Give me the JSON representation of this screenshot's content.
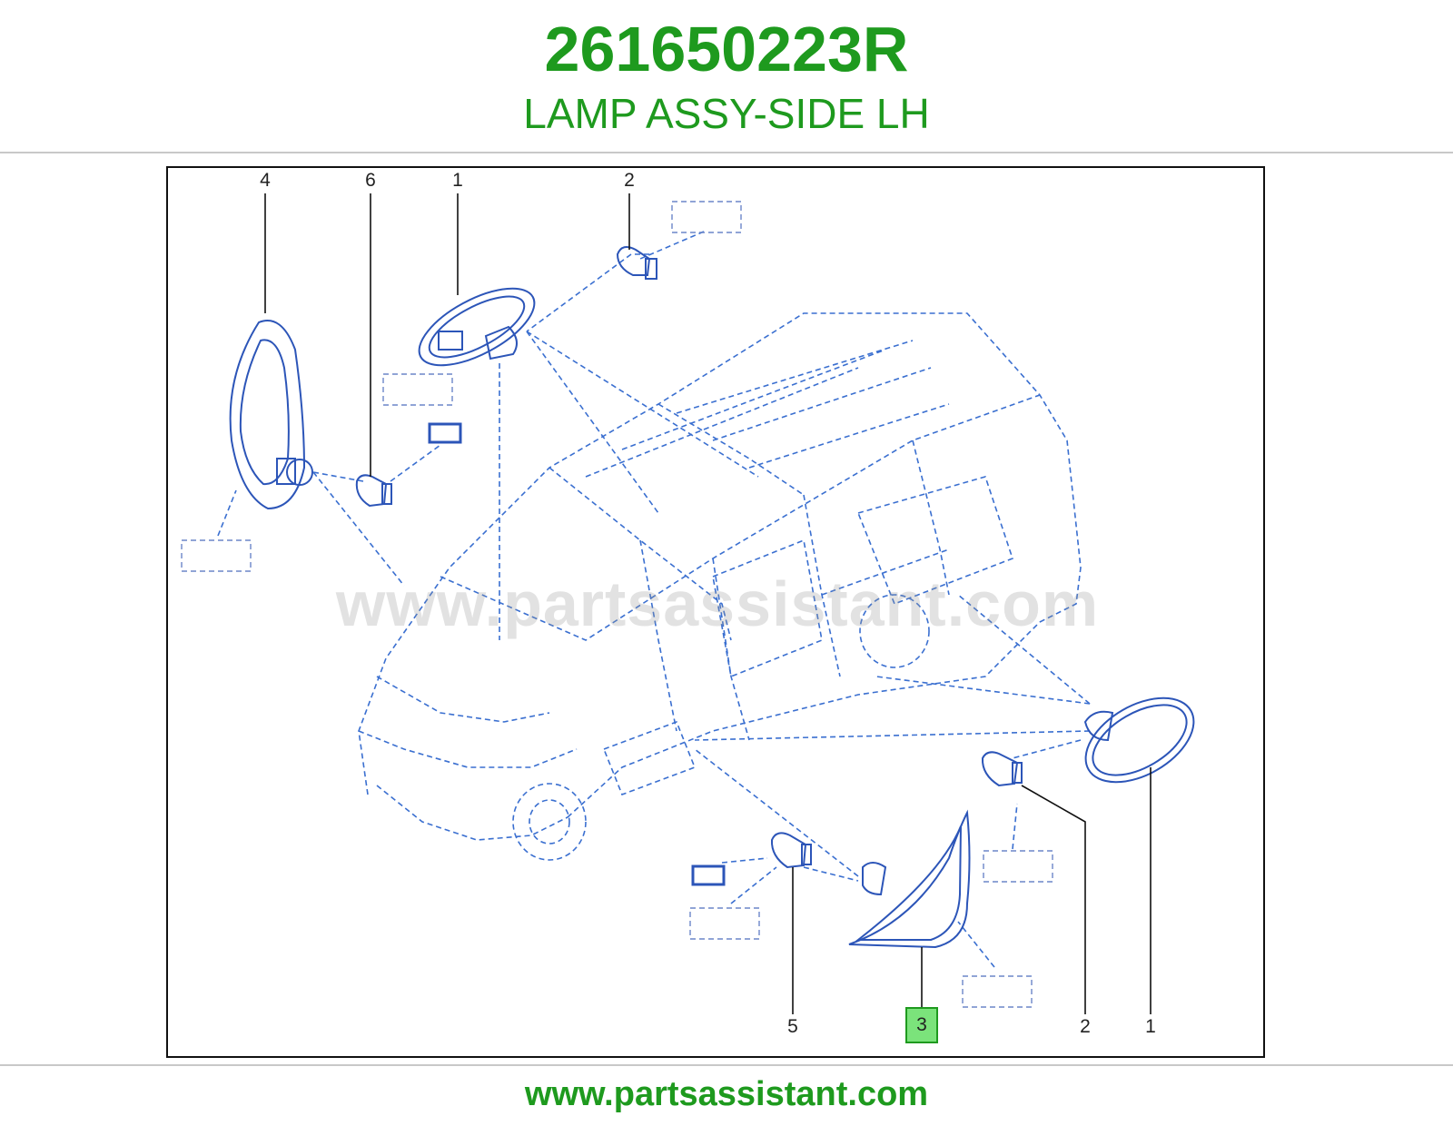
{
  "header": {
    "part_number": "261650223R",
    "description": "LAMP ASSY-SIDE LH"
  },
  "diagram": {
    "watermark": "www.partsassistant.com",
    "callouts": [
      "4",
      "6",
      "1",
      "2",
      "5",
      "3",
      "2",
      "1"
    ],
    "highlighted_callout": "3"
  },
  "footer": {
    "url": "www.partsassistant.com"
  },
  "colors": {
    "brand_green": "#1e9a1e",
    "highlight_green": "#7be37b",
    "line_blue": "#3a6fd0"
  }
}
